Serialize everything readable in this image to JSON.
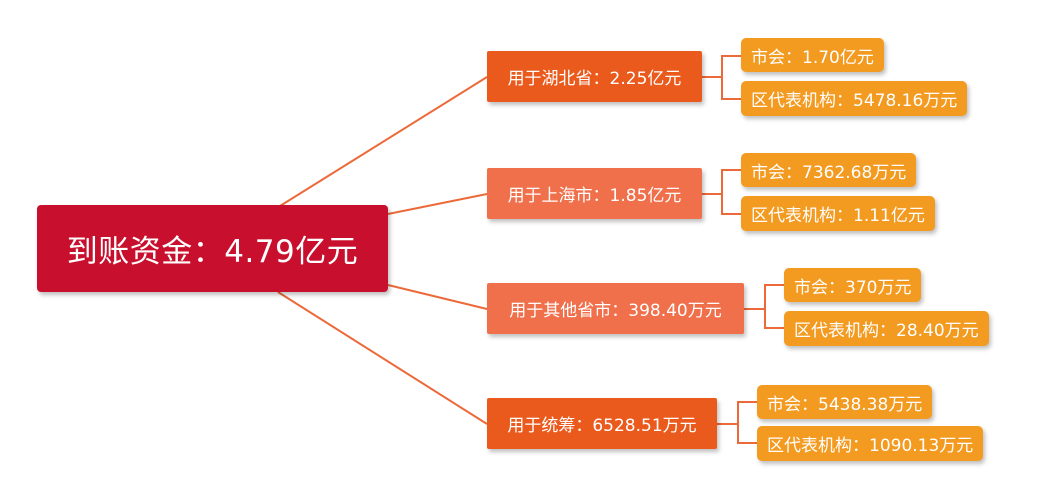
{
  "colors": {
    "root": "#c8102e",
    "branch_orange": "#ea5a1c",
    "branch_salmon": "#f0704c",
    "leaf": "#f39a20",
    "connector": "#ec6a3a"
  },
  "root": {
    "label": "到账资金：4.79亿元"
  },
  "branches": [
    {
      "label": "用于湖北省：2.25亿元",
      "children": [
        {
          "label": "市会：1.70亿元"
        },
        {
          "label": "区代表机构：5478.16万元"
        }
      ]
    },
    {
      "label": "用于上海市：1.85亿元",
      "children": [
        {
          "label": "市会：7362.68万元"
        },
        {
          "label": "区代表机构：1.11亿元"
        }
      ]
    },
    {
      "label": "用于其他省市：398.40万元",
      "children": [
        {
          "label": "市会：370万元"
        },
        {
          "label": "区代表机构：28.40万元"
        }
      ]
    },
    {
      "label": "用于统筹：6528.51万元",
      "children": [
        {
          "label": "市会：5438.38万元"
        },
        {
          "label": "区代表机构：1090.13万元"
        }
      ]
    }
  ]
}
